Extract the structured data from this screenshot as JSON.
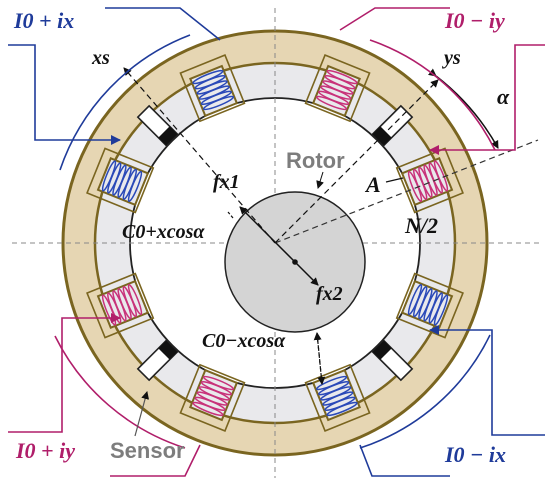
{
  "colors": {
    "stator_fill": "#e6d6b3",
    "stator_edge": "#7a6520",
    "pole_fill": "#e9e9ec",
    "rotor_fill": "#d4d4d4",
    "pink": "#b01e6a",
    "blue": "#1f3b9a",
    "coil_pink": "#c8327a",
    "coil_blue": "#2a49b8",
    "text": "#111111",
    "gray_text": "#7d7d7d"
  },
  "labels": {
    "i0_plus_ix": "I0 + ix",
    "i0_minus_iy": "I0 − iy",
    "i0_plus_iy": "I0 + iy",
    "i0_minus_ix": "I0 − ix",
    "xs": "xs",
    "ys": "ys",
    "alpha": "α",
    "fx1": "fx1",
    "fx2": "fx2",
    "rotor": "Rotor",
    "point_a": "A",
    "n_half": "N/2",
    "gap_plus": "C0+xcosα",
    "gap_minus": "C0−xcosα",
    "sensor": "Sensor"
  }
}
